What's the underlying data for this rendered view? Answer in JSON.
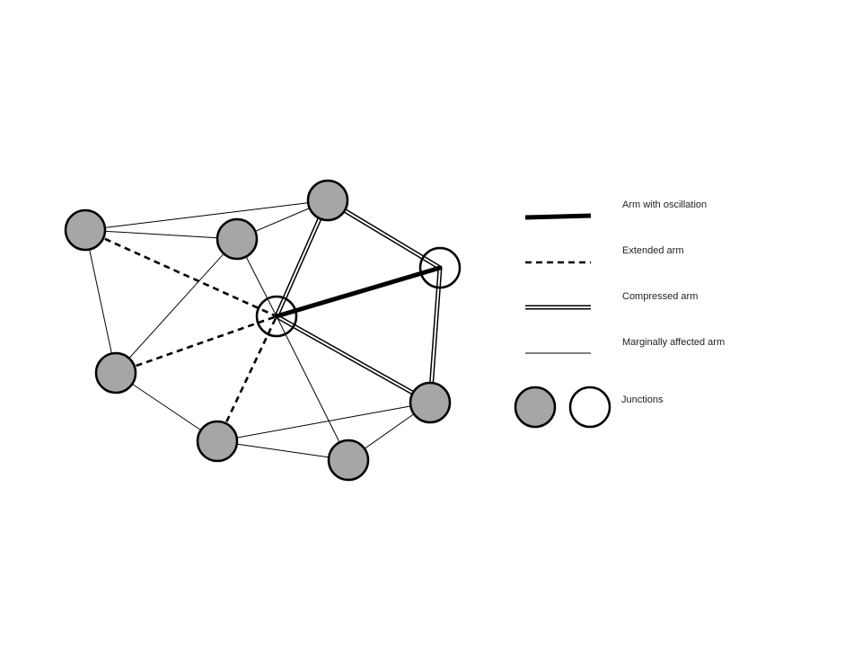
{
  "legend": {
    "oscillation_label": "Arm with oscillation",
    "extended_label": "Extended arm",
    "compressed_label": "Compressed arm",
    "marginal_label": "Marginally affected arm",
    "junctions_label": "Junctions"
  },
  "colors": {
    "junction_gray": "#a6a6a6",
    "junction_white": "#ffffff",
    "stroke": "#000000"
  },
  "arm_types": [
    "oscillation",
    "extended",
    "compressed",
    "marginal"
  ]
}
